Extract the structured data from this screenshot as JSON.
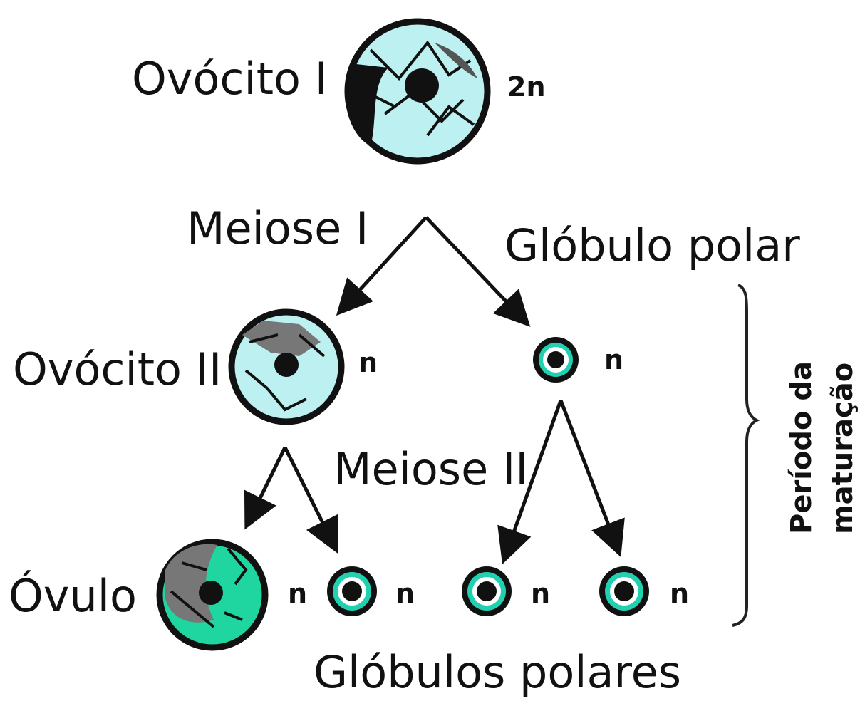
{
  "labels": {
    "ovocito_i": "Ovócito I",
    "ploidy_2n": "2n",
    "meiose_i": "Meiose I",
    "globulo_polar": "Glóbulo polar",
    "ovocito_ii": "Ovócito II",
    "ploidy_n": "n",
    "meiose_ii": "Meiose II",
    "ovulo": "Óvulo",
    "globulos_polares": "Glóbulos polares",
    "periodo_line1": "Período da",
    "periodo_line2": "maturação"
  },
  "colors": {
    "cytoplasm_light": "#bdf0f0",
    "cytoplasm_green": "#1fd6a0",
    "polar_ring": "#20d0b0",
    "outline": "#111111"
  }
}
